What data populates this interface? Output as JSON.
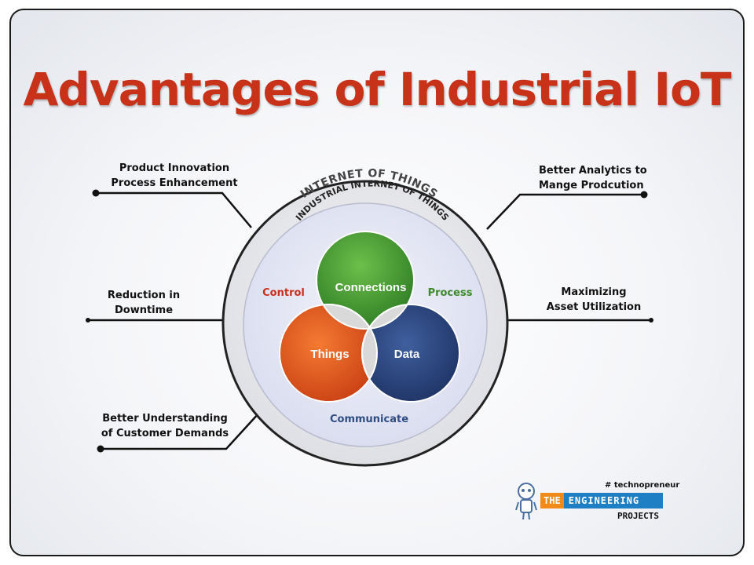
{
  "title": "Advantages of Industrial IoT",
  "left_labels": [
    {
      "line1": "Product Innovation",
      "line2": "Process Enhancement"
    },
    {
      "line1": "Reduction in",
      "line2": "Downtime"
    },
    {
      "line1": "Better Understanding",
      "line2": "of Customer Demands"
    }
  ],
  "right_labels": [
    {
      "line1": "Better Analytics to",
      "line2": "Mange Prodcution"
    },
    {
      "line1": "Maximizing",
      "line2": "Asset Utilization"
    }
  ],
  "circle": {
    "outer_text": "INTERNET OF THINGS",
    "inner_text": "INDUSTRIAL INTERNET OF THINGS",
    "venn": {
      "top": "Connections",
      "left": "Things",
      "right": "Data"
    },
    "side_words": {
      "left": "Control",
      "right": "Process",
      "bottom": "Communicate"
    }
  },
  "colors": {
    "title": "#c73218",
    "connections": "#3f9a32",
    "things": "#e0541c",
    "data": "#2a4478",
    "control_text": "#c8301c",
    "process_text": "#3d8a2a",
    "communicate_text": "#2e4d82"
  },
  "logo": {
    "tag": "# technopreneur",
    "the": "THE",
    "engineering": "ENGINEERING",
    "projects": "PROJECTS"
  }
}
